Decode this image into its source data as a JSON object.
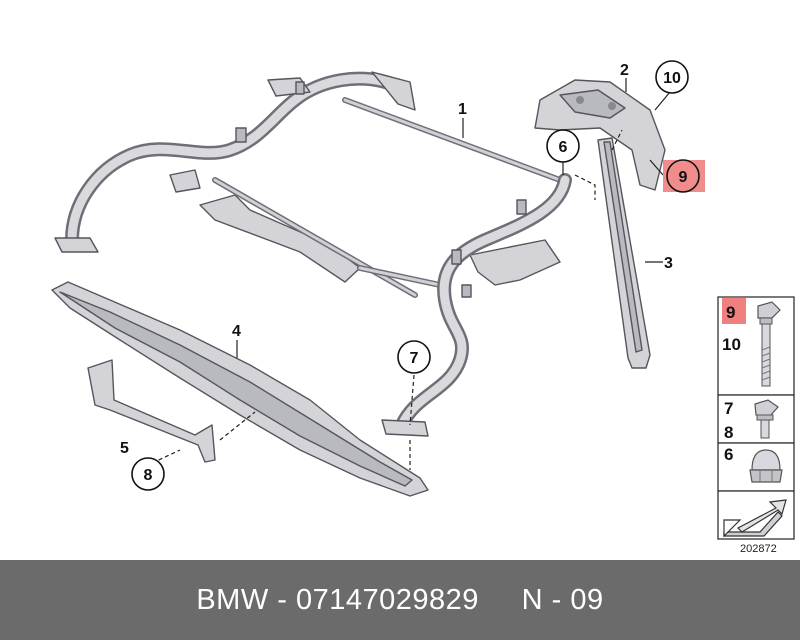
{
  "parts": [
    {
      "num": "1",
      "circled": false,
      "highlight": false
    },
    {
      "num": "2",
      "circled": false,
      "highlight": false
    },
    {
      "num": "3",
      "circled": false,
      "highlight": false
    },
    {
      "num": "4",
      "circled": false,
      "highlight": false
    },
    {
      "num": "5",
      "circled": false,
      "highlight": false
    },
    {
      "num": "6",
      "circled": true,
      "highlight": false
    },
    {
      "num": "7",
      "circled": true,
      "highlight": false
    },
    {
      "num": "8",
      "circled": true,
      "highlight": false
    },
    {
      "num": "9",
      "circled": true,
      "highlight": true
    },
    {
      "num": "10",
      "circled": true,
      "highlight": false
    }
  ],
  "legend": {
    "rows": [
      {
        "labels": [
          "9",
          "10"
        ],
        "highlight_first": true,
        "icon": "long-bolt-icon"
      },
      {
        "labels": [
          "7",
          "8"
        ],
        "icon": "short-bolt-icon"
      },
      {
        "labels": [
          "6"
        ],
        "icon": "cap-nut-icon"
      },
      {
        "labels": [],
        "icon": "arrow-icon"
      }
    ],
    "diagram_number": "202872"
  },
  "footer": {
    "text": "BMW - 07147029829     N - 09"
  },
  "colors": {
    "highlight": "#f08080",
    "part_gray": "#d3d3d8",
    "outline": "#6f6f78",
    "footer_bg": "#6b6b6b",
    "footer_text": "#ffffff"
  }
}
